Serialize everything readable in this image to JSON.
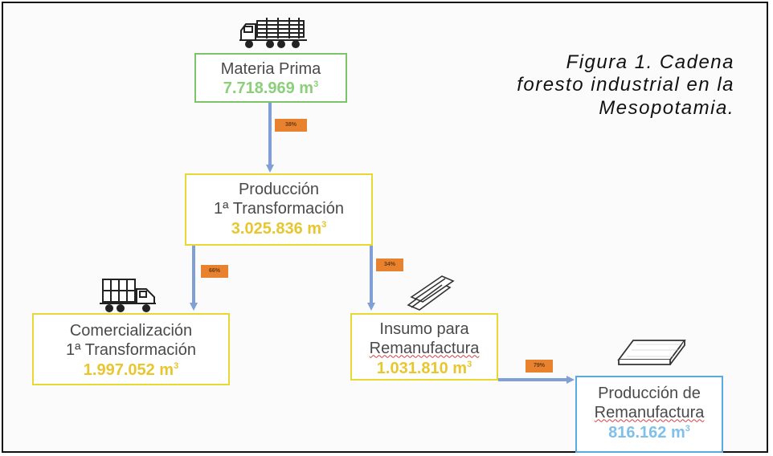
{
  "caption": {
    "line1": "Figura 1. Cadena",
    "line2": "foresto industrial en la",
    "line3": "Mesopotamia."
  },
  "nodes": {
    "materia_prima": {
      "label": "Materia Prima",
      "value": "7.718.969 m",
      "unit_sup": "3",
      "color": "#7cc36a"
    },
    "produccion_1": {
      "label1": "Producción",
      "label2": "1ª Transformación",
      "value": "3.025.836 m",
      "unit_sup": "3",
      "color": "#e8d832"
    },
    "comercializacion": {
      "label1": "Comercialización",
      "label2": "1ª Transformación",
      "value": "1.997.052 m",
      "unit_sup": "3",
      "color": "#e8d832"
    },
    "insumo": {
      "label1": "Insumo para",
      "label2": "Remanufactura",
      "value": "1.031.810 m",
      "unit_sup": "3",
      "color": "#e8d832"
    },
    "produccion_rem": {
      "label1": "Producción de",
      "label2": "Remanufactura",
      "value": "816.162 m",
      "unit_sup": "3",
      "color": "#5aa9e0"
    }
  },
  "percentages": {
    "materia_to_produccion": "38%",
    "produccion_to_comercializacion": "66%",
    "produccion_to_insumo": "34%",
    "insumo_to_remanufactura": "79%"
  },
  "icons": [
    "log-truck-icon",
    "lumber-truck-icon",
    "beams-icon",
    "board-icon"
  ],
  "colors": {
    "arrow": "#7f9fd6",
    "percent_tag": "#e9822e"
  }
}
